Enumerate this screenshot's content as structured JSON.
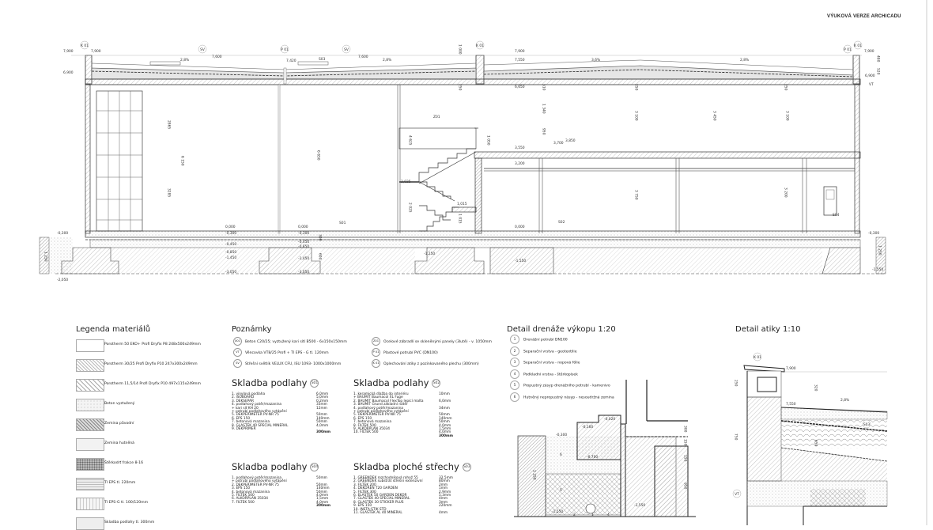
{
  "header": {
    "watermark": "VÝUKOVÁ VERZE ARCHICADU"
  },
  "section": {
    "markers": [
      "K 01",
      "SV",
      "P 01",
      "SV",
      "K 01",
      "P 01",
      "K 01"
    ],
    "labels": [
      "7,900",
      "7,900",
      "6,900",
      "2,8%",
      "7,600",
      "7,420",
      "S03",
      "7,600",
      "2,8%",
      "7,900",
      "7,550",
      "3,6%",
      "2,8%",
      "7,900",
      "6,900",
      "VT",
      "6,650",
      "Z01",
      "3,550",
      "3,700",
      "3,850",
      "3,200",
      "2,025",
      "1,015",
      "S01",
      "S02",
      "S04",
      "0,000",
      "0,000",
      "0,000",
      "-0,300",
      "-0,300",
      "-0,300",
      "-0,450",
      "-0,450",
      "-0,850",
      "-0,850",
      "-1,450",
      "-1,450",
      "-1,250",
      "-3,050",
      "-3,050",
      "-2,050",
      "-1,550",
      "-0,300",
      "-1,550"
    ],
    "dims": [
      "2865",
      "6 150",
      "3285",
      "6 650",
      "4 625",
      "1 050",
      "1 340",
      "950",
      "2 025",
      "1 015",
      "250",
      "1 000",
      "510",
      "250",
      "3 100",
      "3 750",
      "3 450",
      "3 100",
      "3 200",
      "250",
      "300",
      "600",
      "480",
      "520",
      "1 250",
      "1 250"
    ]
  },
  "legend": {
    "title": "Legenda materiálů",
    "items": [
      "Porotherm 50 EKO+ Profi Dryfix P8 248x500x249mm",
      "Porotherm 30/25 Profi Dryfix P10 247x300x249mm",
      "Porotherm 11,5/14 Profi Dryfix P10 497x115x249mm",
      "Beton vyztužený",
      "Zemina původní",
      "Zemina hutněná",
      "Štěrkodrť frakce 8-16",
      "TI EPS tl. 220mm",
      "TI EPS-G tl. 100/120mm",
      "Skladba podlahy tl. 300mm"
    ]
  },
  "notes": {
    "title": "Poznámky",
    "items": [
      {
        "code": "X01",
        "text": "Beton C20/25; vyztužený kari sítí B500 - 6x150x150mm"
      },
      {
        "code": "VT",
        "text": "Věncovka VT8/25 Profi + TI EPS - G tl. 120mm"
      },
      {
        "code": "SV",
        "text": "Střešní světlík VELUX CFU, ISU 1093- 1000x1000mm"
      },
      {
        "code": "Z01",
        "text": "Ocelové zábradlí se skleněnými panely (3luté) - v. 1050mm"
      },
      {
        "code": "P 01",
        "text": "Plastové potrubí PVC (DN100)"
      },
      {
        "code": "K 01",
        "text": "Oplechování atiky z pozinkovaného plechu (300mm)"
      }
    ]
  },
  "floors": [
    {
      "title": "Skladba podlahy",
      "tag": "S01",
      "rows": [
        [
          "1. vinylová podlaha",
          "6,0mm"
        ],
        [
          "2. ISOBOARD",
          "5,0mm"
        ],
        [
          "3. DEKSEPAR",
          "0,2mm"
        ],
        [
          "4. podlahový potěr/mazanina",
          "33mm"
        ],
        [
          "+ kari síť KH 20",
          "12mm"
        ],
        [
          "+ potrubí podlahového vytápění",
          ""
        ],
        [
          "5. DEKPERIMETER PV-NR 75",
          "50mm"
        ],
        [
          "6. EPS 150",
          "140mm"
        ],
        [
          "7. betonová mazanina",
          "50mm"
        ],
        [
          "8. GLASTEK 40 SPECIAL MINERAL",
          "4,0mm"
        ],
        [
          "9. DEKPRIMER",
          ""
        ],
        [
          "",
          "300mm"
        ]
      ]
    },
    {
      "title": "Skladba podlahy",
      "tag": "S02",
      "rows": [
        [
          "1. keramická dlažba do interiéru",
          "10mm"
        ],
        [
          "+ BAUMIT Baumacol XL Fuge",
          ""
        ],
        [
          "2. BAUMIT Baumacol FlexTop lepicí malta",
          "6,0mm"
        ],
        [
          "3. BAUMIT Grund základní nátěr",
          ""
        ],
        [
          "4. podlahový potěr/mazanina",
          "34mm"
        ],
        [
          "+ potrubí podlahového vytápění",
          ""
        ],
        [
          "5. DEKPERIMETER PV-NR 75",
          "50mm"
        ],
        [
          "6. EPS 150",
          "140mm"
        ],
        [
          "7. betonová mazanina",
          "50mm"
        ],
        [
          "8. FILTEK 500",
          "4,0mm"
        ],
        [
          "9. ALKORPLAN 35034",
          "1,5mm"
        ],
        [
          "10. FILTEK 500",
          "4,0mm"
        ],
        [
          "",
          "300mm"
        ]
      ]
    },
    {
      "title": "Skladba podlahy",
      "tag": "S04",
      "rows": [
        [
          "1. podlahový potěr/mazanina",
          "50mm"
        ],
        [
          "+ potrubí podlahového vytápění",
          ""
        ],
        [
          "2. DEKPERIMETER PV-NR 75",
          "50mm"
        ],
        [
          "3. EPS 150",
          "140mm"
        ],
        [
          "4. betonová mazanina",
          "50mm"
        ],
        [
          "5. FILTEK 500",
          "4,0mm"
        ],
        [
          "6. ALKORPLAN 35034",
          "1,5mm"
        ],
        [
          "7. FILTEK 500",
          "4,0mm"
        ],
        [
          "",
          "300mm"
        ]
      ]
    },
    {
      "title": "Skladba ploché střechy",
      "tag": "S03",
      "rows": [
        [
          "1. GREENDEK rozchodníková rohož 55",
          "32,5mm"
        ],
        [
          "2. GREENDEK substrát střešní extenzivní",
          "80mm"
        ],
        [
          "3. FILTEK 200",
          "2mm"
        ],
        [
          "4. DEKDREN T20 GARDEN",
          "1mm"
        ],
        [
          "5. FILTEK 300",
          "2,9mm"
        ],
        [
          "6. ELASTEK 50 GARDEN DEKOR",
          "5,3mm"
        ],
        [
          "7. GLASTEK 40 SPECIAL MINERAL",
          "4mm"
        ],
        [
          "8. GLASTEK 30 STICKER PLUS",
          "3mm"
        ],
        [
          "9. EPS 150",
          "220mm"
        ],
        [
          "10. INSTA-STIK STD",
          ""
        ],
        [
          "11. GLASTEK AL 40 MINERAL",
          "4mm"
        ]
      ]
    }
  ],
  "drainage": {
    "title": "Detail drenáže výkopu 1:20",
    "items": [
      {
        "n": "1",
        "text": "Drenážní potrubí DN100"
      },
      {
        "n": "2",
        "text": "Separační vrstva - geotextilie"
      },
      {
        "n": "3",
        "text": "Separační vrstva - nopová fólie"
      },
      {
        "n": "4",
        "text": "Podkladní vrstva - štěrkopísek"
      },
      {
        "n": "5",
        "text": "Propustný zásyp drenážního potrubí - kamenivo"
      },
      {
        "n": "6",
        "text": "Hutněný nepropustný násyp - nesoudržná zemina"
      }
    ],
    "labels": [
      "-0,020",
      "-0,160",
      "-0,300",
      "-0,700",
      "6",
      "5",
      "-1,550",
      "-1,550",
      "2",
      "1",
      "4",
      "1 250",
      "300",
      "150",
      "150",
      "950"
    ]
  },
  "attic": {
    "title": "Detail atiky 1:10",
    "labels": [
      "K 01",
      "7,900",
      "7,550",
      "2,8%",
      "S03",
      "250",
      "750",
      "320",
      "650",
      "VT"
    ]
  }
}
